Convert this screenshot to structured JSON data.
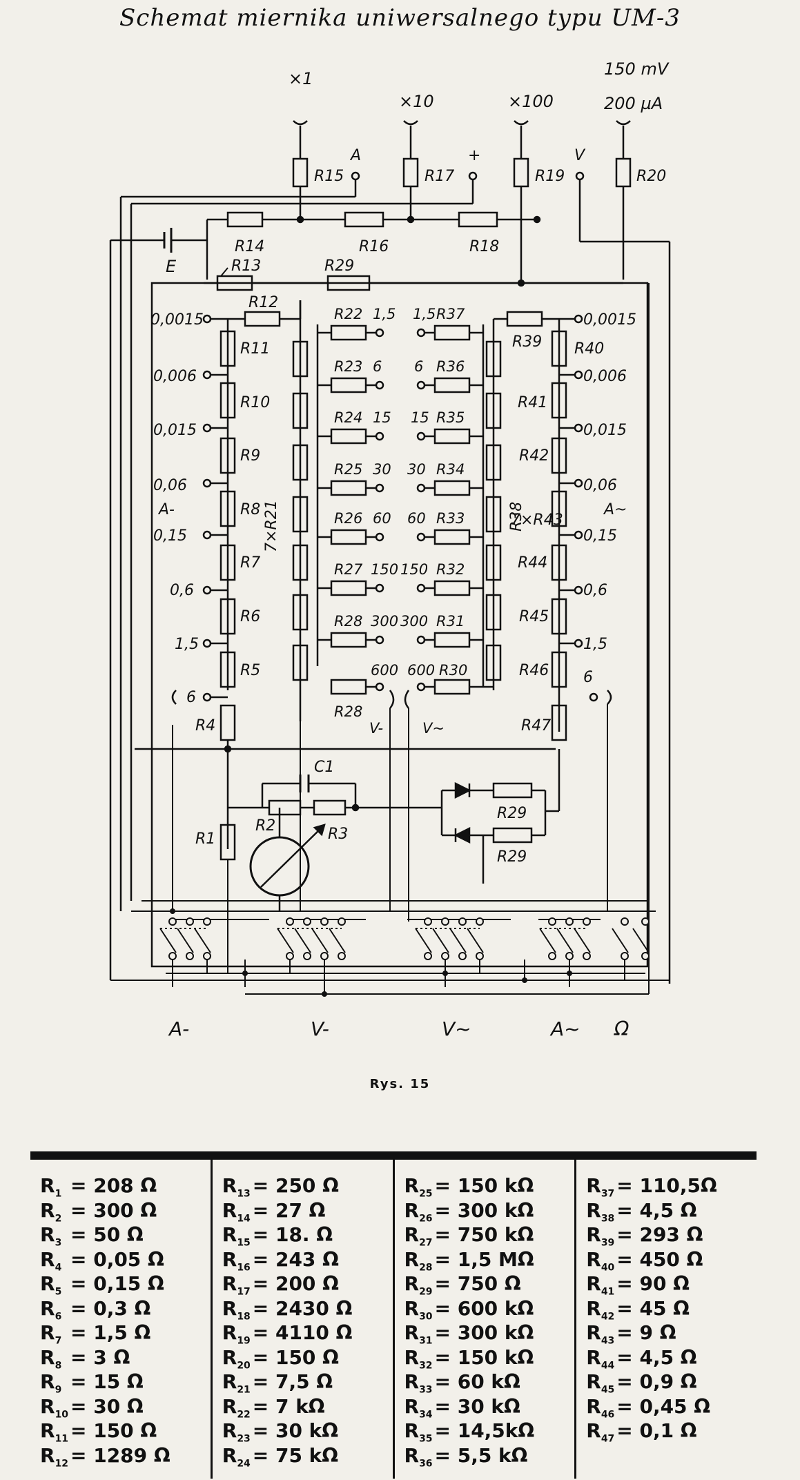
{
  "title": "Schemat miernika uniwersalnego typu UM-3",
  "figure_caption": "Rys. 15",
  "top_terminals": [
    "×1",
    "×10",
    "×100",
    "150 mV",
    "200 µA"
  ],
  "top_contacts": [
    "A",
    "+",
    "V"
  ],
  "resistor_labels": {
    "R15": "R15",
    "R17": "R17",
    "R19": "R19",
    "R20": "R20",
    "R14": "R14",
    "R16": "R16",
    "R18": "R18",
    "R13": "R13",
    "R29": "R29",
    "R12": "R12",
    "E": "E",
    "C1": "C1",
    "R11": "R11",
    "R10": "R10",
    "R9": "R9",
    "R8": "R8",
    "R7": "R7",
    "R6": "R6",
    "R5": "R5",
    "R4": "R4",
    "R1": "R1",
    "R2": "R2",
    "R3": "R3",
    "R40": "R40",
    "R41": "R41",
    "R42": "R42",
    "R43": "7×R43",
    "R44": "R44",
    "R45": "R45",
    "R46": "R46",
    "R47": "R47",
    "R21": "7×R21",
    "R38": "R38",
    "R39": "R39",
    "R22": "R22",
    "R23": "R23",
    "R24": "R24",
    "R25": "R25",
    "R26": "R26",
    "R27": "R27",
    "R28a": "R28",
    "R28b": "R28",
    "R37": "R37",
    "R36": "R36",
    "R35": "R35",
    "R34": "R34",
    "R33": "R33",
    "R32": "R32",
    "R31": "R31",
    "R30": "R30",
    "R29a": "R29",
    "R29b": "R29"
  },
  "left_ranges": [
    "0,0015",
    "0,006",
    "0,015",
    "0,06",
    "0,15",
    "0,6",
    "1,5",
    "6"
  ],
  "right_ranges": [
    "0,0015",
    "0,006",
    "0,015",
    "0,06",
    "0,15",
    "0,6",
    "1,5",
    "6"
  ],
  "left_range_label": "A-",
  "right_range_label": "A~",
  "voltage_ranges": [
    "1,5",
    "6",
    "15",
    "30",
    "60",
    "150",
    "300",
    "600"
  ],
  "mode_socket_labels": [
    "V-",
    "V~"
  ],
  "switch_labels": [
    "A-",
    "V-",
    "V~",
    "A~",
    "Ω"
  ],
  "resistor_table": [
    [
      {
        "sym": "R",
        "idx": "1",
        "val": "= 208  Ω"
      },
      {
        "sym": "R",
        "idx": "2",
        "val": "= 300  Ω"
      },
      {
        "sym": "R",
        "idx": "3",
        "val": "= 50   Ω"
      },
      {
        "sym": "R",
        "idx": "4",
        "val": "= 0,05 Ω"
      },
      {
        "sym": "R",
        "idx": "5",
        "val": "= 0,15 Ω"
      },
      {
        "sym": "R",
        "idx": "6",
        "val": "= 0,3  Ω"
      },
      {
        "sym": "R",
        "idx": "7",
        "val": "= 1,5  Ω"
      },
      {
        "sym": "R",
        "idx": "8",
        "val": "= 3    Ω"
      },
      {
        "sym": "R",
        "idx": "9",
        "val": "= 15   Ω"
      },
      {
        "sym": "R",
        "idx": "10",
        "val": "= 30   Ω"
      },
      {
        "sym": "R",
        "idx": "11",
        "val": "= 150  Ω"
      },
      {
        "sym": "R",
        "idx": "12",
        "val": "= 1289 Ω"
      }
    ],
    [
      {
        "sym": "R",
        "idx": "13",
        "val": "= 250  Ω"
      },
      {
        "sym": "R",
        "idx": "14",
        "val": "= 27   Ω"
      },
      {
        "sym": "R",
        "idx": "15",
        "val": "= 18.  Ω"
      },
      {
        "sym": "R",
        "idx": "16",
        "val": "= 243  Ω"
      },
      {
        "sym": "R",
        "idx": "17",
        "val": "= 200  Ω"
      },
      {
        "sym": "R",
        "idx": "18",
        "val": "= 2430 Ω"
      },
      {
        "sym": "R",
        "idx": "19",
        "val": "= 4110 Ω"
      },
      {
        "sym": "R",
        "idx": "20",
        "val": "= 150  Ω"
      },
      {
        "sym": "R",
        "idx": "21",
        "val": "= 7,5  Ω"
      },
      {
        "sym": "R",
        "idx": "22",
        "val": "= 7   kΩ"
      },
      {
        "sym": "R",
        "idx": "23",
        "val": "= 30  kΩ"
      },
      {
        "sym": "R",
        "idx": "24",
        "val": "= 75  kΩ"
      }
    ],
    [
      {
        "sym": "R",
        "idx": "25",
        "val": "= 150 kΩ"
      },
      {
        "sym": "R",
        "idx": "26",
        "val": "= 300 kΩ"
      },
      {
        "sym": "R",
        "idx": "27",
        "val": "= 750 kΩ"
      },
      {
        "sym": "R",
        "idx": "28",
        "val": "= 1,5 MΩ"
      },
      {
        "sym": "R",
        "idx": "29",
        "val": "= 750  Ω"
      },
      {
        "sym": "R",
        "idx": "30",
        "val": "= 600 kΩ"
      },
      {
        "sym": "R",
        "idx": "31",
        "val": "= 300 kΩ"
      },
      {
        "sym": "R",
        "idx": "32",
        "val": "= 150 kΩ"
      },
      {
        "sym": "R",
        "idx": "33",
        "val": "= 60  kΩ"
      },
      {
        "sym": "R",
        "idx": "34",
        "val": "= 30  kΩ"
      },
      {
        "sym": "R",
        "idx": "35",
        "val": "= 14,5kΩ"
      },
      {
        "sym": "R",
        "idx": "36",
        "val": "= 5,5 kΩ"
      }
    ],
    [
      {
        "sym": "R",
        "idx": "37",
        "val": "= 110,5Ω"
      },
      {
        "sym": "R",
        "idx": "38",
        "val": "= 4,5  Ω"
      },
      {
        "sym": "R",
        "idx": "39",
        "val": "= 293  Ω"
      },
      {
        "sym": "R",
        "idx": "40",
        "val": "= 450  Ω"
      },
      {
        "sym": "R",
        "idx": "41",
        "val": "= 90   Ω"
      },
      {
        "sym": "R",
        "idx": "42",
        "val": "= 45   Ω"
      },
      {
        "sym": "R",
        "idx": "43",
        "val": "= 9    Ω"
      },
      {
        "sym": "R",
        "idx": "44",
        "val": "= 4,5  Ω"
      },
      {
        "sym": "R",
        "idx": "45",
        "val": "= 0,9  Ω"
      },
      {
        "sym": "R",
        "idx": "46",
        "val": "= 0,45 Ω"
      },
      {
        "sym": "R",
        "idx": "47",
        "val": "= 0,1  Ω"
      }
    ]
  ]
}
